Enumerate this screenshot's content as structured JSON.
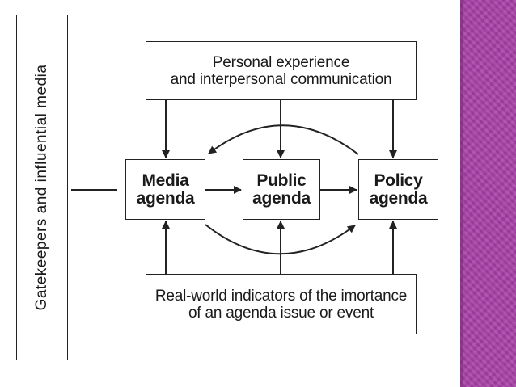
{
  "diagram": {
    "side_label": "Gatekeepers and influential media",
    "top_box": "Personal experience\nand interpersonal communication",
    "media_box": "Media\nagenda",
    "public_box": "Public\nagenda",
    "policy_box": "Policy\nagenda",
    "bottom_box": "Real-world indicators of the imortance\nof an agenda issue or event"
  },
  "colors": {
    "accent": "#a640a6",
    "line": "#222222"
  }
}
